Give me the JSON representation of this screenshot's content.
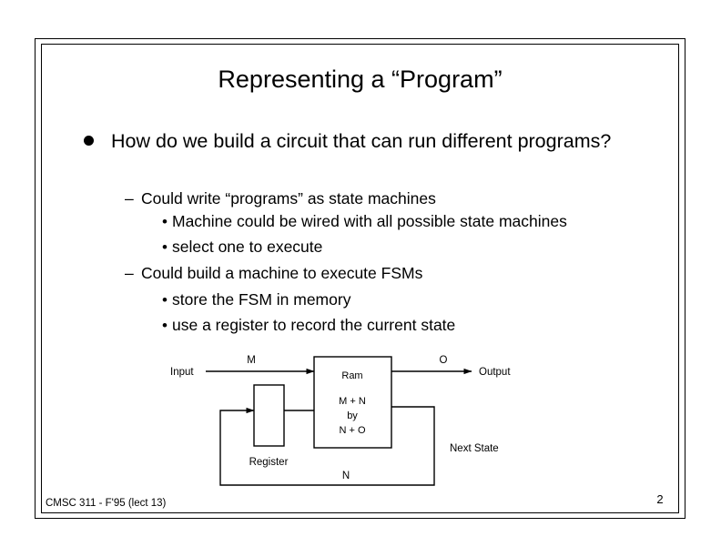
{
  "slide": {
    "title": "Representing a “Program”",
    "page_number": "2",
    "footer": "CMSC 311 - F'95 (lect 13)",
    "bullets": {
      "level1": "How do we build a circuit that can run different programs?",
      "dash1": "Could write “programs” as state machines",
      "dash1_sub1": "Machine could be wired with all possible state machines",
      "dash1_sub2": "select one to execute",
      "dash2": "Could build a machine to execute FSMs",
      "dash2_sub1": "store the FSM in memory",
      "dash2_sub2": "use a register to record the current state"
    },
    "bullet_marks": {
      "dash": "–",
      "dot": "•"
    }
  },
  "diagram": {
    "input_label": "Input",
    "m_label": "M",
    "ram_title": "Ram",
    "ram_line1": "M + N",
    "ram_line2": "by",
    "ram_line3": "N + O",
    "register_label": "Register",
    "o_label": "O",
    "output_label": "Output",
    "next_state_label": "Next State",
    "n_label": "N",
    "stroke_color": "#000000"
  }
}
